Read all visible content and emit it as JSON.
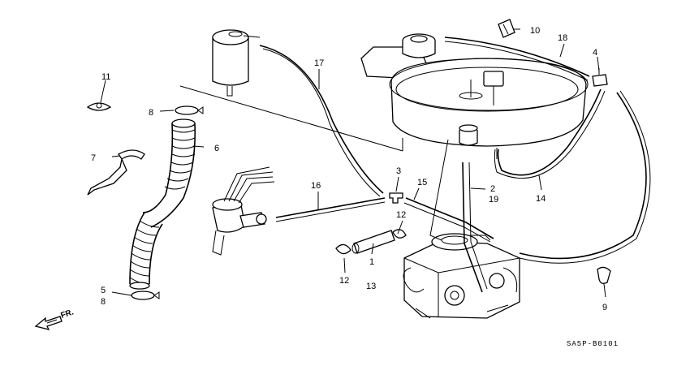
{
  "labels": {
    "p1": "1",
    "p2": "2",
    "p3": "3",
    "p4": "4",
    "p5": "5",
    "p6": "6",
    "p7": "7",
    "p8a": "8",
    "p8b": "8",
    "p9": "9",
    "p10": "10",
    "p11": "11",
    "p12a": "12",
    "p12b": "12",
    "p13": "13",
    "p14": "14",
    "p15": "15",
    "p16": "16",
    "p17": "17",
    "p18": "18",
    "p19": "19"
  },
  "direction": "FR.",
  "diagram_code": "SA5P-B0101"
}
